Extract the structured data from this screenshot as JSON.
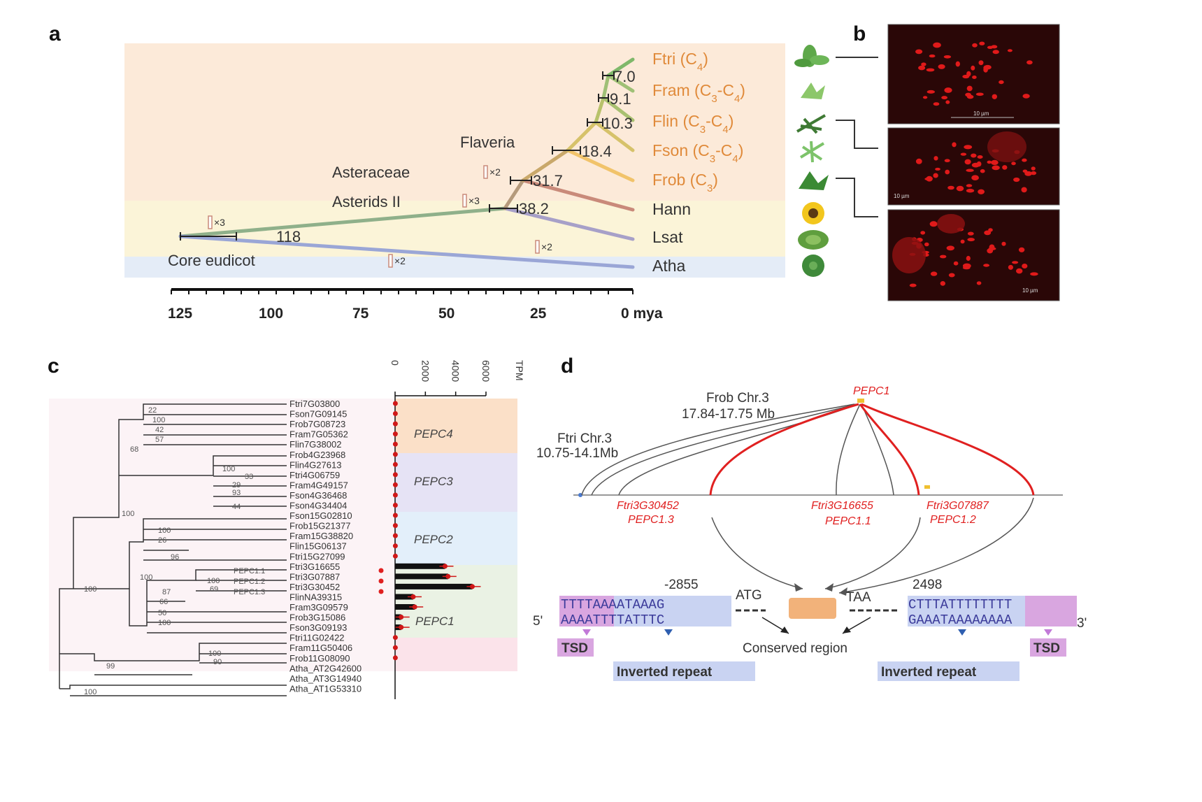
{
  "panels": {
    "a": "a",
    "b": "b",
    "c": "c",
    "d": "d"
  },
  "panel_a": {
    "species": [
      {
        "label": "Ftri (C4)",
        "text": "Ftri (C",
        "sub": "4",
        "tail": ")",
        "color": "#e08a3a"
      },
      {
        "label": "Fram (C3-C4)",
        "text": "Fram (C",
        "sub": "3",
        "mid": "-C",
        "sub2": "4",
        "tail": ")",
        "color": "#e08a3a"
      },
      {
        "label": "Flin (C3-C4)",
        "text": "Flin (C",
        "sub": "3",
        "mid": "-C",
        "sub2": "4",
        "tail": ")",
        "color": "#e08a3a"
      },
      {
        "label": "Fson (C3-C4)",
        "text": "Fson (C",
        "sub": "3",
        "mid": "-C",
        "sub2": "4",
        "tail": ")",
        "color": "#e08a3a"
      },
      {
        "label": "Frob (C3)",
        "text": "Frob (C",
        "sub": "3",
        "tail": ")",
        "color": "#e08a3a"
      },
      {
        "label": "Hann",
        "text": "Hann",
        "color": "#333333"
      },
      {
        "label": "Lsat",
        "text": "Lsat",
        "color": "#333333"
      },
      {
        "label": "Atha",
        "text": "Atha",
        "color": "#333333"
      }
    ],
    "node_ages": [
      "7.0",
      "9.1",
      "10.3",
      "18.4",
      "31.7",
      "38.2",
      "118"
    ],
    "clades": [
      "Flaveria",
      "Asteraceae",
      "Asterids II",
      "Core eudicot"
    ],
    "duplications": [
      "×2",
      "×3",
      "×3",
      "×2",
      "×2"
    ],
    "axis": {
      "ticks": [
        "125",
        "100",
        "75",
        "50",
        "25",
        "0 mya"
      ]
    },
    "colors": {
      "flaveria_band": "#fbe6d2",
      "hann_lsat_band": "#fbf3d4",
      "atha_band": "#e4ecf7",
      "branch_green": "#8fb08a",
      "branch_ftri": "#7fb86a",
      "branch_fson": "#d6c26a",
      "branch_frob": "#f1c36a",
      "branch_hann": "#c98a7a",
      "branch_lsat": "#a7a0c8",
      "branch_atha": "#9aa6d6"
    }
  },
  "panel_b": {
    "scale_labels": [
      "10 µm",
      "10 µm",
      "10 µm"
    ]
  },
  "panel_c": {
    "tpm_axis": {
      "label": "TPM",
      "ticks": [
        "0",
        "2000",
        "4000",
        "6000"
      ]
    },
    "groups": [
      "PEPC4",
      "PEPC3",
      "PEPC2",
      "PEPC1"
    ],
    "genes": [
      "Ftri7G03800",
      "Fson7G09145",
      "Frob7G08723",
      "Fram7G05362",
      "Flin7G38002",
      "Frob4G23968",
      "Flin4G27613",
      "Ftri4G06759",
      "Fram4G49157",
      "Fson4G36468",
      "Fson4G34404",
      "Fson15G02810",
      "Frob15G21377",
      "Fram15G38820",
      "Flin15G06137",
      "Ftri15G27099",
      "Ftri3G16655",
      "Ftri3G07887",
      "Ftri3G30452",
      "FlinNA39315",
      "Fram3G09579",
      "Frob3G15086",
      "Fson3G09193",
      "Ftri11G02422",
      "Fram11G50406",
      "Frob11G08090",
      "Atha_AT2G42600",
      "Atha_AT3G14940",
      "Atha_AT1G53310"
    ],
    "tpm_values": [
      20,
      20,
      20,
      20,
      20,
      20,
      20,
      20,
      20,
      20,
      20,
      20,
      20,
      20,
      20,
      20,
      3300,
      3500,
      5100,
      1200,
      1300,
      400,
      400,
      20,
      20,
      20,
      0,
      0,
      0
    ],
    "pepc_copy_labels": [
      "PEPC1.1",
      "PEPC1.2",
      "PEPC1.3"
    ],
    "bootstrap": [
      "22",
      "100",
      "42",
      "57",
      "68",
      "100",
      "33",
      "29",
      "93",
      "44",
      "100",
      "100",
      "26",
      "96",
      "100",
      "87",
      "100",
      "69",
      "66",
      "50",
      "100",
      "100",
      "100",
      "90",
      "99",
      "100",
      "100"
    ]
  },
  "panel_d": {
    "frob_chr": "Frob Chr.3",
    "frob_range": "17.84-17.75 Mb",
    "ftri_chr": "Ftri Chr.3",
    "ftri_range": "10.75-14.1Mb",
    "pepc1": "PEPC1",
    "ftri_genes": [
      {
        "id": "Ftri3G30452",
        "name": "PEPC1.3"
      },
      {
        "id": "Ftri3G16655",
        "name": "PEPC1.1"
      },
      {
        "id": "Ftri3G07887",
        "name": "PEPC1.2"
      }
    ],
    "pos_left": "-2855",
    "pos_right": "2498",
    "atg": "ATG",
    "taa": "TAA",
    "five_prime": "5'",
    "three_prime": "3'",
    "seq_left_top_tsd": "TTTT",
    "seq_left_top_rest": "AAAATAAAG",
    "seq_left_bot_tsd": "AAAA",
    "seq_left_bot_rest": "TTTTATTTC",
    "seq_right_top_rest": "CTTTATTTT",
    "seq_right_top_tsd": "TTTT",
    "seq_right_bot_rest": "GAAATAAAA",
    "seq_right_bot_tsd": "AAAA",
    "tsd": "TSD",
    "conserved": "Conserved region",
    "inverted_repeat": "Inverted repeat",
    "colors": {
      "tsd": "#d9a6e0",
      "ir": "#c9d3f2",
      "conserved_box": "#f2b27a",
      "red": "#e02020"
    }
  }
}
